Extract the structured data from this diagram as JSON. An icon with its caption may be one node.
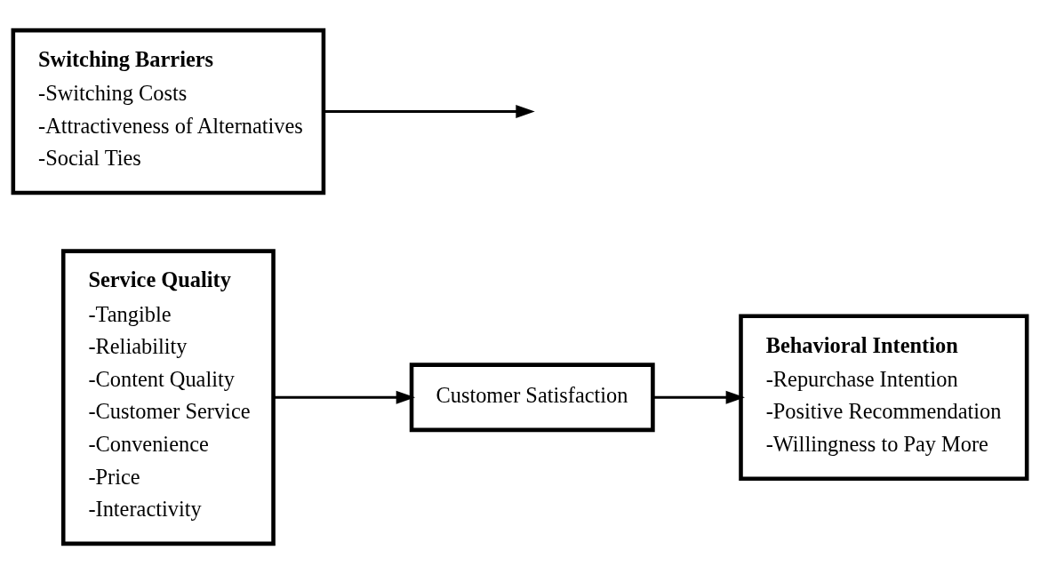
{
  "diagram": {
    "nodes": [
      {
        "text": [
          "Service Quality",
          "-Tangible",
          "-Reliability",
          "-Content Quality",
          "-Customer Service",
          "-Convenience",
          "-Price",
          "-Interactivity"
        ]
      },
      {
        "text": [
          "Customer Satisfaction"
        ]
      },
      {
        "text": [
          "Behavioral Intention",
          "-Repurchase Intention",
          "-Positive Recommendation",
          "-Willingness to Pay More"
        ]
      },
      {
        "text": [
          "Switching Barriers",
          "-Switching Costs",
          "-Attractiveness of Alternatives",
          "-Social Ties"
        ]
      }
    ],
    "edges": [
      {
        "from": 0,
        "to": 1,
        "arrow": "to"
      },
      {
        "from": 1,
        "to": 2,
        "arrow": "to"
      },
      {
        "from": 3,
        "to": null,
        "arrow": "to"
      }
    ]
  }
}
